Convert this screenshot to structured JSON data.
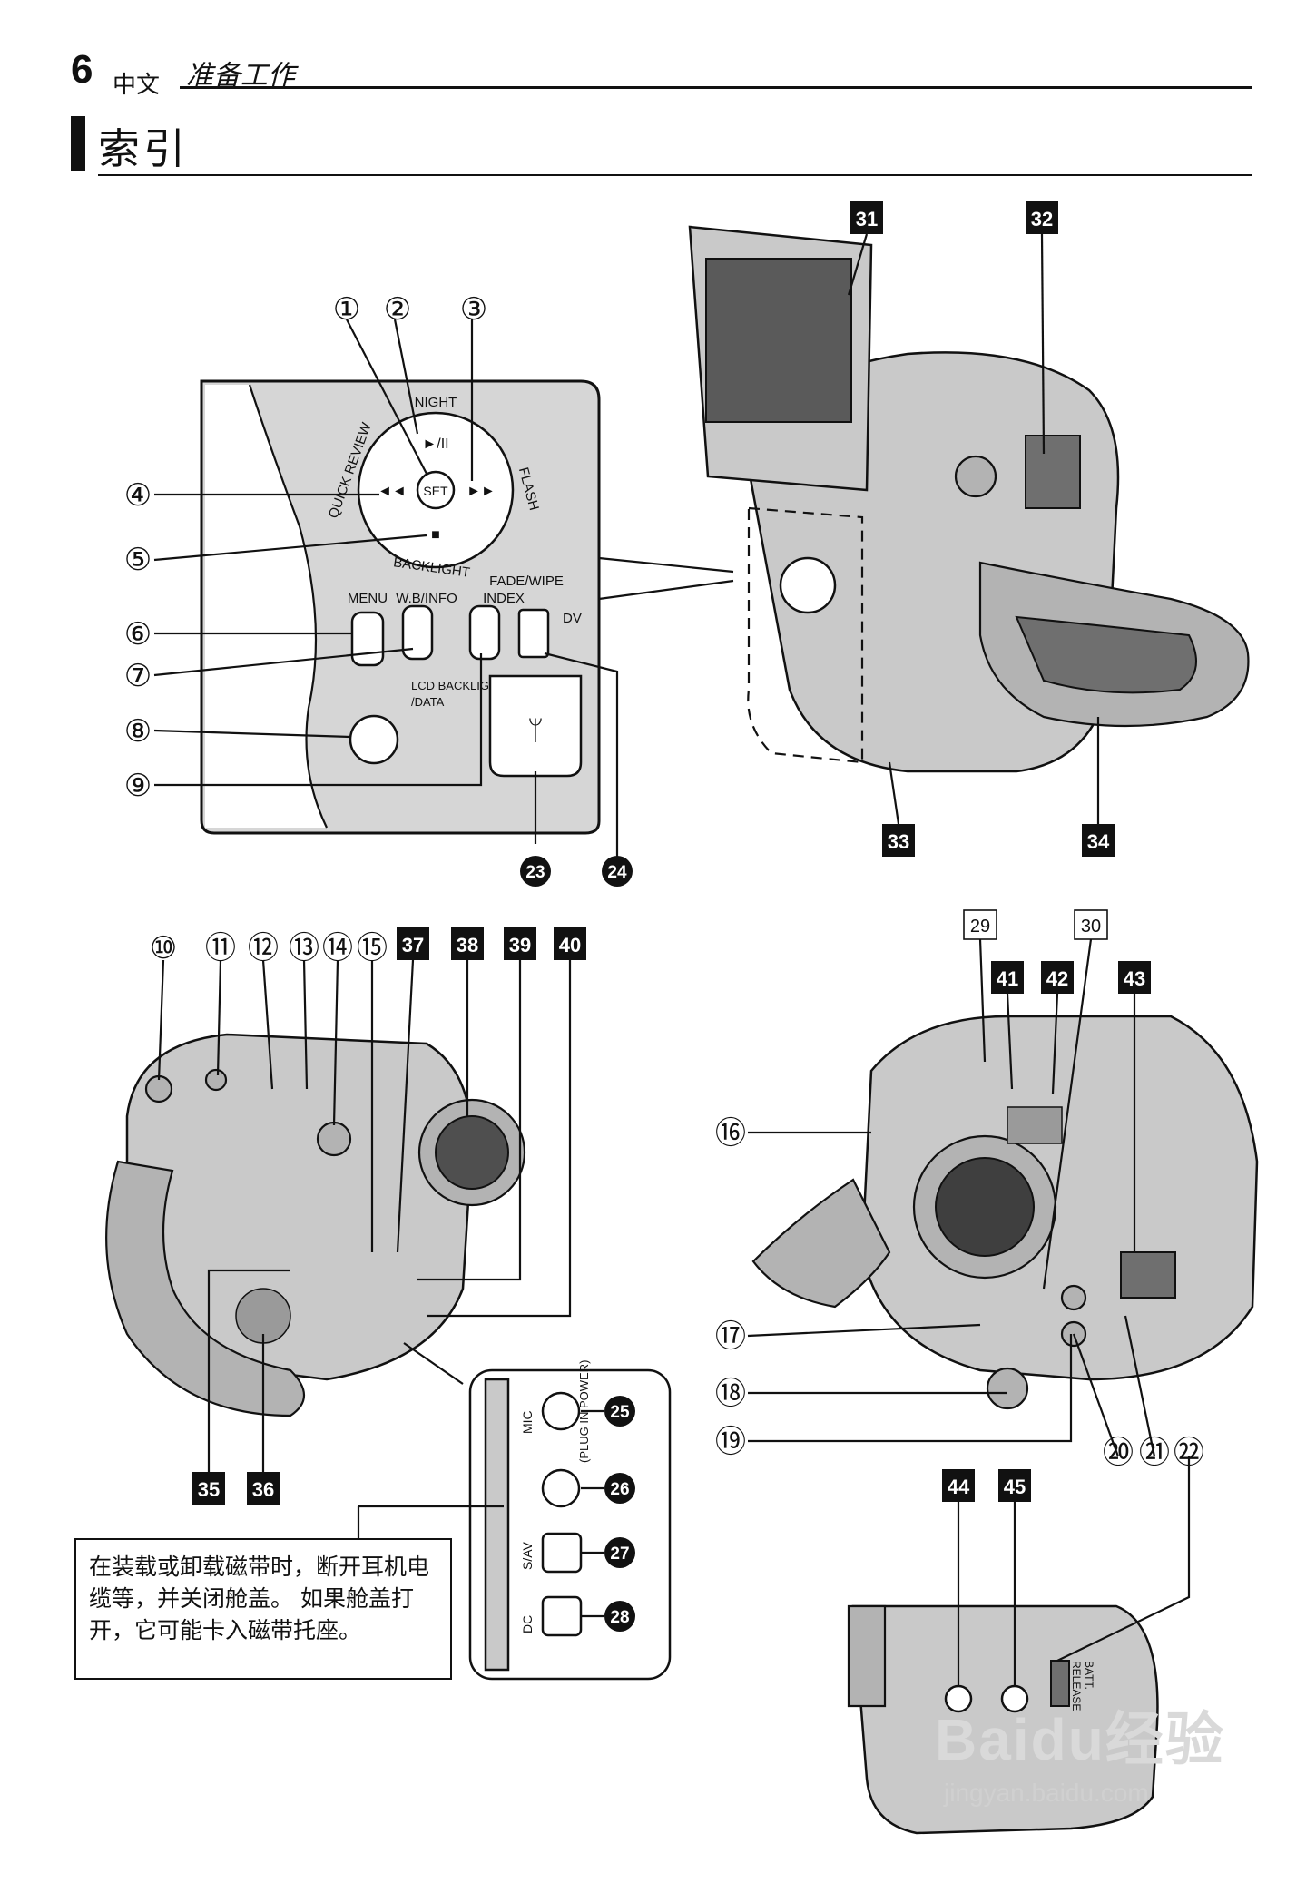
{
  "header": {
    "page_number": "6",
    "language": "中文",
    "section": "准备工作"
  },
  "page_title": "索引",
  "panel": {
    "nav_labels": {
      "night": "NIGHT",
      "flash": "FLASH",
      "quick_review": "QUICK REVIEW",
      "backlight": "BACKLIGHT",
      "set": "SET",
      "play_pause": "►/II",
      "ff": "►►",
      "rew": "◄◄",
      "stop": "■"
    },
    "buttons": {
      "menu": "MENU",
      "wb_info": "W.B/INFO",
      "fade_wipe": "FADE/WIPE",
      "index": "INDEX",
      "dv": "DV",
      "lcd_backlight": "LCD BACKLIGHT",
      "data": "/DATA"
    }
  },
  "jack_panel": {
    "mic": "MIC",
    "plug_in_power": "(PLUG IN POWER)",
    "s_av": "S/AV",
    "dc": "DC"
  },
  "batt_release": [
    "BATT.",
    "RELEASE"
  ],
  "callouts_circled": [
    "①",
    "②",
    "③",
    "④",
    "⑤",
    "⑥",
    "⑦",
    "⑧",
    "⑨",
    "⑩",
    "⑪",
    "⑫",
    "⑬",
    "⑭",
    "⑮",
    "⑯",
    "⑰",
    "⑱",
    "⑲",
    "⑳",
    "㉑",
    "㉒"
  ],
  "callouts_filled_circle": [
    "23",
    "24",
    "25",
    "26",
    "27",
    "28"
  ],
  "callouts_boxed": [
    "29",
    "30"
  ],
  "callouts_black_square": [
    "31",
    "32",
    "33",
    "34",
    "35",
    "36",
    "37",
    "38",
    "39",
    "40",
    "41",
    "42",
    "43",
    "44",
    "45"
  ],
  "note": "在装载或卸载磁带时，断开耳机电缆等，并关闭舱盖。 如果舱盖打开，它可能卡入磁带托座。",
  "watermark": {
    "brand": "Baidu经验",
    "url": "jingyan.baidu.com"
  }
}
